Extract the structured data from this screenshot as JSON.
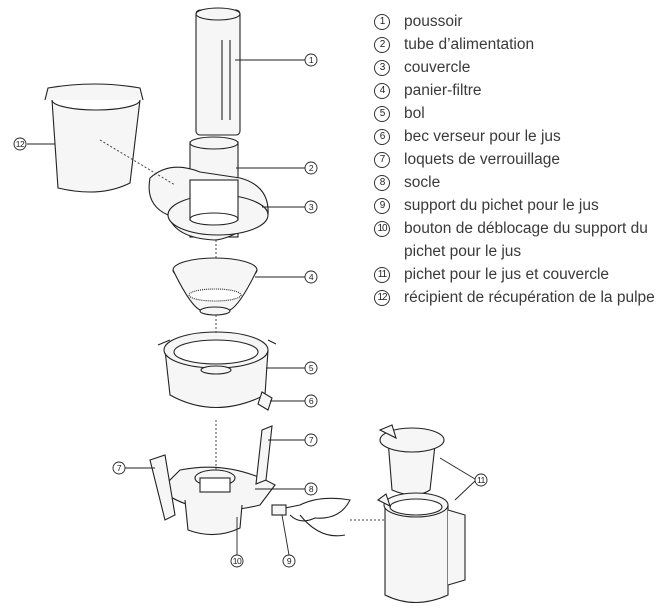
{
  "legend": [
    {
      "num": "1",
      "label": "poussoir"
    },
    {
      "num": "2",
      "label": "tube d’alimentation"
    },
    {
      "num": "3",
      "label": "couvercle"
    },
    {
      "num": "4",
      "label": "panier-filtre"
    },
    {
      "num": "5",
      "label": "bol"
    },
    {
      "num": "6",
      "label": "bec verseur pour le jus"
    },
    {
      "num": "7",
      "label": "loquets de verrouillage"
    },
    {
      "num": "8",
      "label": "socle"
    },
    {
      "num": "9",
      "label": "support du pichet pour le jus"
    },
    {
      "num": "10",
      "label": "bouton de déblocage du support du pichet pour le jus"
    },
    {
      "num": "11",
      "label": "pichet pour le jus et couvercle"
    },
    {
      "num": "12",
      "label": "récipient de récupération de la pulpe"
    }
  ],
  "callouts": {
    "c1": "1",
    "c2": "2",
    "c3": "3",
    "c4": "4",
    "c5": "5",
    "c6": "6",
    "c7a": "7",
    "c7b": "7",
    "c8": "8",
    "c9": "9",
    "c10": "10",
    "c11": "11",
    "c12": "12"
  },
  "colors": {
    "line": "#222222",
    "text": "#3a3a3a",
    "fill": "#f4f4f4"
  }
}
